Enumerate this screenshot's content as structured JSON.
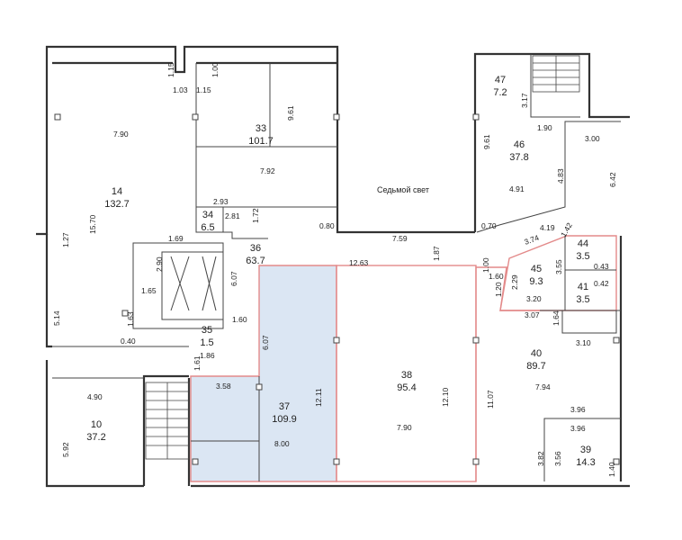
{
  "rooms": [
    {
      "id": "r14",
      "number": "14",
      "area": "132.7"
    },
    {
      "id": "r33",
      "number": "33",
      "area": "101.7"
    },
    {
      "id": "r34",
      "number": "34",
      "area": "6.5"
    },
    {
      "id": "r36",
      "number": "36",
      "area": "63.7"
    },
    {
      "id": "r35",
      "number": "35",
      "area": "1.5"
    },
    {
      "id": "r10",
      "number": "10",
      "area": "37.2"
    },
    {
      "id": "r37",
      "number": "37",
      "area": "109.9"
    },
    {
      "id": "r38",
      "number": "38",
      "area": "95.4"
    },
    {
      "id": "r47",
      "number": "47",
      "area": "7.2"
    },
    {
      "id": "r46",
      "number": "46",
      "area": "37.8"
    },
    {
      "id": "r44",
      "number": "44",
      "area": "3.5"
    },
    {
      "id": "r45",
      "number": "45",
      "area": "9.3"
    },
    {
      "id": "r41",
      "number": "41",
      "area": "3.5"
    },
    {
      "id": "r40",
      "number": "40",
      "area": "89.7"
    },
    {
      "id": "r39",
      "number": "39",
      "area": "14.3"
    }
  ],
  "space_label": "Седьмой свет",
  "dimensions": [
    "1.15",
    "1.00",
    "1.03",
    "1.15",
    "7.90",
    "9.61",
    "7.92",
    "15.70",
    "1.27",
    "2.93",
    "2.81",
    "1.72",
    "0.80",
    "1.69",
    "6.07",
    "2.90",
    "1.65",
    "1.60",
    "5.14",
    "1.63",
    "0.40",
    "1.86",
    "1.61",
    "4.90",
    "5.92",
    "3.58",
    "6.07",
    "8.00",
    "12.63",
    "1.87",
    "12.11",
    "7.90",
    "12.10",
    "11.07",
    "7.59",
    "0.70",
    "9.61",
    "4.91",
    "4.83",
    "6.42",
    "3.17",
    "1.90",
    "3.00",
    "4.19",
    "1.42",
    "3.74",
    "1.00",
    "1.60",
    "1.20",
    "2.29",
    "3.55",
    "3.20",
    "3.07",
    "1.64",
    "3.10",
    "7.94",
    "3.96",
    "3.96",
    "3.82",
    "3.56",
    "1.40",
    "0.43",
    "0.42"
  ],
  "colors": {
    "highlight_fill": "#dbe6f3",
    "highlight_border": "#e38a8a",
    "wall": "#333333"
  }
}
